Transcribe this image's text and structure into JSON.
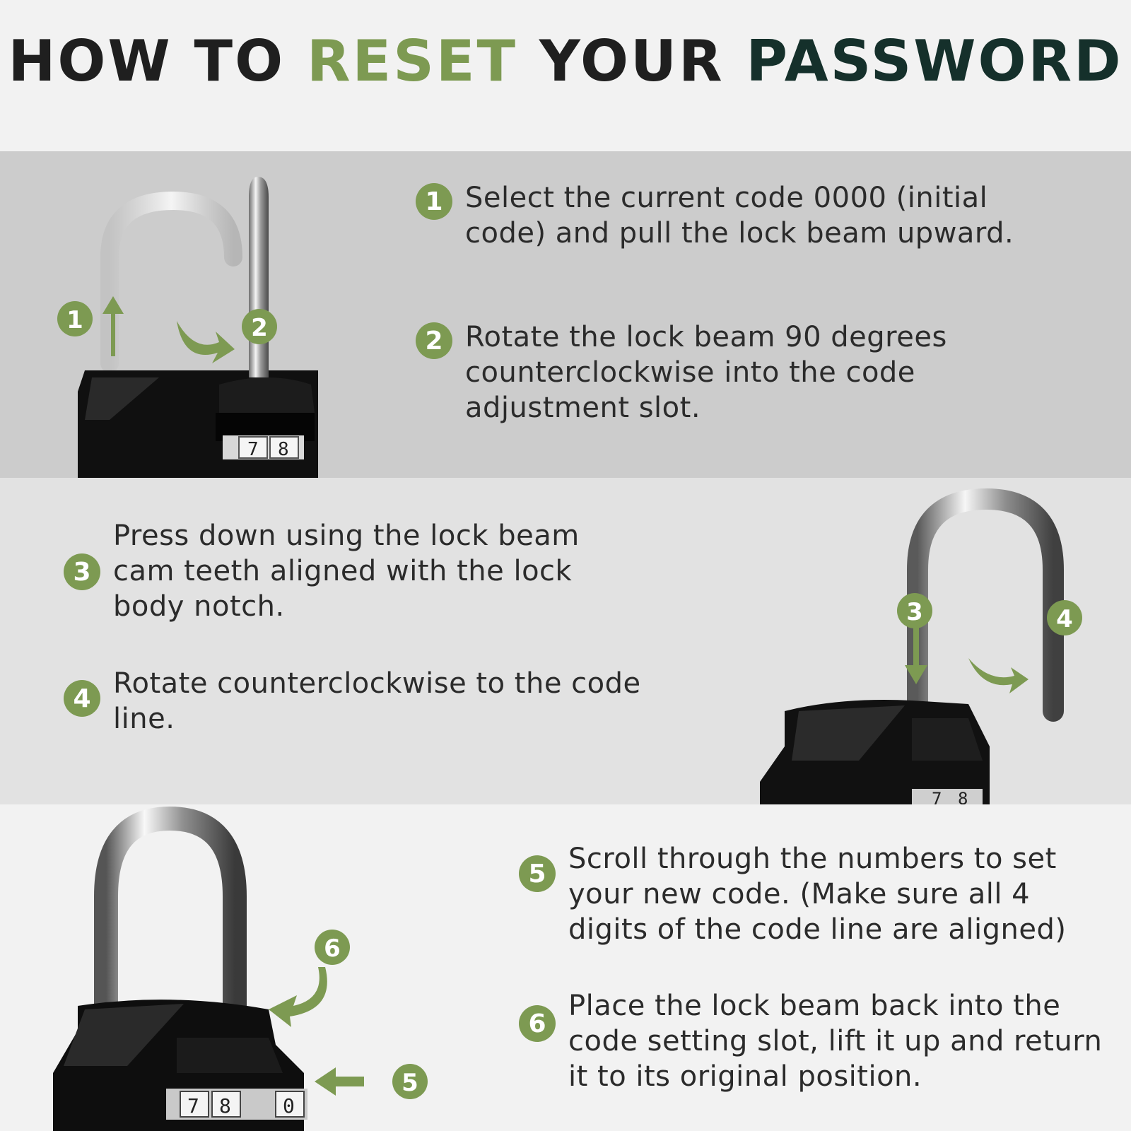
{
  "title": {
    "part1": "HOW TO ",
    "part2": "RESET",
    "part3": " YOUR ",
    "part4": "PASSWORD"
  },
  "steps": [
    {
      "number": "1",
      "text": "Select the current code 0000 (initial code) and pull the lock beam upward."
    },
    {
      "number": "2",
      "text": "Rotate the lock beam 90 degrees counterclockwise into the code adjustment slot."
    },
    {
      "number": "3",
      "text": "Press down using the lock beam cam teeth aligned with the lock body notch."
    },
    {
      "number": "4",
      "text": "Rotate counterclockwise to the code line."
    },
    {
      "number": "5",
      "text": "Scroll through the numbers to set your new code. (Make sure all 4 digits of the code line are aligned)"
    },
    {
      "number": "6",
      "text": " Place the lock beam back into the code setting slot, lift it up and return it to its original position."
    }
  ],
  "dial_digits": {
    "panel1": [
      "7",
      "8"
    ],
    "panel2": [
      "7",
      "8"
    ],
    "panel3": [
      "7",
      "8",
      "0"
    ]
  },
  "colors": {
    "accent": "#7d9a52",
    "title_dark": "#15302b",
    "band_1": "#cccccc",
    "band_2": "#e2e2e2",
    "band_3": "#f2f2f2"
  }
}
